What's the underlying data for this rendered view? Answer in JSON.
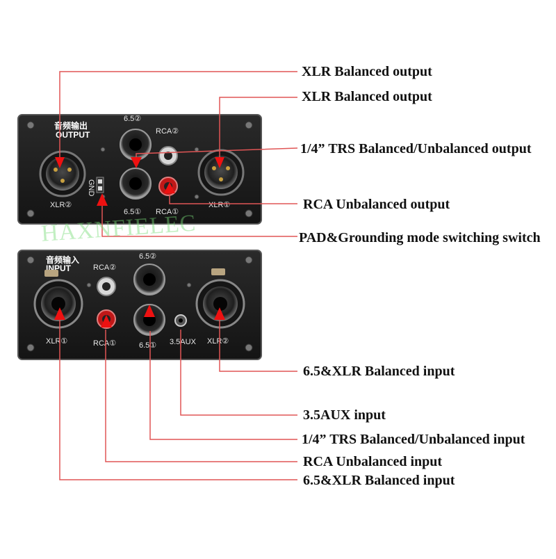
{
  "output_panel": {
    "title_cn": "音频输出",
    "title_en": "OUTPUT",
    "labels": {
      "xlr_left": "XLR②",
      "xlr_right": "XLR①",
      "jack_top": "6.5②",
      "jack_bottom": "6.5①",
      "rca_top": "RCA②",
      "rca_bottom": "RCA①",
      "switch": "GND"
    }
  },
  "input_panel": {
    "title_cn": "音频输入",
    "title_en": "INPUT",
    "labels": {
      "xlr_left": "XLR①",
      "xlr_right": "XLR②",
      "jack_top": "6.5②",
      "jack_bottom": "6.5①",
      "rca_top": "RCA②",
      "rca_bottom": "RCA①",
      "aux": "3.5AUX"
    }
  },
  "watermark": "HAXNFIELEC",
  "callouts": [
    "XLR Balanced output",
    "XLR Balanced output",
    "1/4” TRS Balanced/Unbalanced output",
    "RCA Unbalanced output",
    "PAD&Grounding mode switching switch",
    "6.5&XLR Balanced input",
    "3.5AUX input",
    "1/4” TRS Balanced/Unbalanced input",
    "RCA Unbalanced input",
    "6.5&XLR Balanced input"
  ],
  "colors": {
    "leader": "#e05555",
    "arrow": "#ee1111",
    "panel": "#1c1c1c",
    "panel_edge": "#555555"
  }
}
